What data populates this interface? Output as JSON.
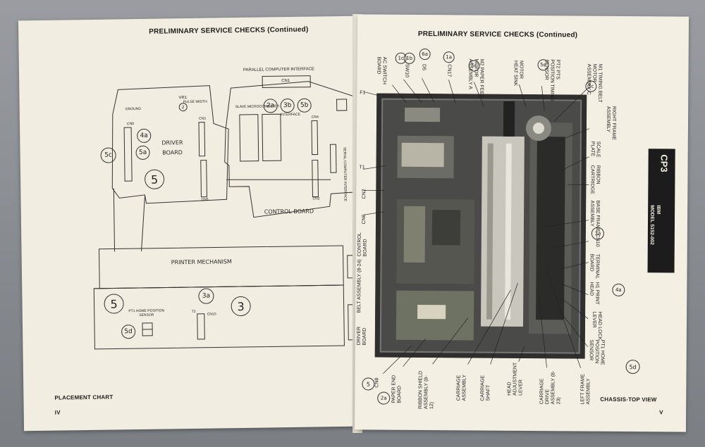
{
  "left_page": {
    "title": "PRELIMINARY SERVICE CHECKS (Continued)",
    "parallel_interface": "PARALLEL COMPUTER INTERFACE",
    "cn1": "CN1",
    "vr1": "VR1",
    "pulse_width": "PULSE WIDTH",
    "ground": "GROUND",
    "cn8": "CN8",
    "cn3": "CN3",
    "cn5": "CN5",
    "cn4": "CN4",
    "cn2": "CN2",
    "slave": "SLAVE MICROCOMPUTER",
    "interface": "INTERFACE",
    "serial": "SERIAL COMPUTER INTERFACE",
    "driver_board": "DRIVER BOARD",
    "control_board": "CONTROL BOARD",
    "printer_mechanism": "PRINTER MECHANISM",
    "home_sensor": "PT1 HOME POSITION SENSOR",
    "cn10": "CN10",
    "t2": "T2",
    "callouts": [
      "2a",
      "3b",
      "5b",
      "4a",
      "5a",
      "5c",
      "5",
      "5",
      "3a",
      "3",
      "5d"
    ],
    "footer_label": "PLACEMENT CHART",
    "page_number": "IV"
  },
  "right_page": {
    "title": "PRELIMINARY SERVICE CHECKS (Continued)",
    "top_labels": [
      {
        "text": "AC SWITCH BOARD",
        "callout": "1c"
      },
      {
        "text": "SW10",
        "callout": "1b"
      },
      {
        "text": "D5",
        "callout": "6a"
      },
      {
        "text": "CN17",
        "callout": "1a"
      },
      {
        "text": "M2 PAPER FEED MOTOR ASSEMBLY A",
        "callout": "5c"
      },
      {
        "text": "MOTOR HEAT SINK",
        "callout": ""
      },
      {
        "text": "PT2 PTS POSITION TIMING SENSOR",
        "callout": "5e"
      },
      {
        "text": "M1 TIMING BELT MOTOR ASSEMBLY C",
        "callout": "5c"
      }
    ],
    "right_labels": [
      {
        "text": "RIGHT FRAME ASSEMBLY",
        "callout": ""
      },
      {
        "text": "SCALE PLATE",
        "callout": ""
      },
      {
        "text": "RIBBON CARTRIDGE",
        "callout": ""
      },
      {
        "text": "BASE FRAME ASSEMBLY",
        "callout": ""
      },
      {
        "text": "CN10",
        "callout": "3a"
      },
      {
        "text": "TERMINAL BOARD",
        "callout": ""
      },
      {
        "text": "H1 PRINT HEAD",
        "callout": "4a"
      },
      {
        "text": "HEAD LOCK LEVER",
        "callout": ""
      },
      {
        "text": "PT1 HOME POSITION SENSOR",
        "callout": "5d"
      }
    ],
    "left_labels": [
      "F1",
      "T1",
      "CN2",
      "CN6",
      "CONTROL BOARD",
      "BELT ASSEMBLY (8-24)",
      "DRIVER BOARD"
    ],
    "bottom_labels": [
      {
        "text": "CN8",
        "callout": "5"
      },
      {
        "text": "PAPER END BOARD",
        "callout": "2a"
      },
      {
        "text": "RIBBON SHIELD ASSEMBLY (8-12)",
        "callout": ""
      },
      {
        "text": "CARRIAGE ASSEMBLY",
        "callout": ""
      },
      {
        "text": "CARRIAGE SHAFT",
        "callout": ""
      },
      {
        "text": "HEAD ADJUSTMENT LEVER",
        "callout": ""
      },
      {
        "text": "CARRIAGE DRIVE ASSEMBLY (8-23)",
        "callout": ""
      },
      {
        "text": "LEFT FRAME ASSEMBLY",
        "callout": ""
      }
    ],
    "tab_code": "CP3",
    "tab_brand": "IBM",
    "tab_model": "MODEL 5152-002",
    "footer_label": "CHASSIS-TOP VIEW",
    "page_number": "V"
  }
}
